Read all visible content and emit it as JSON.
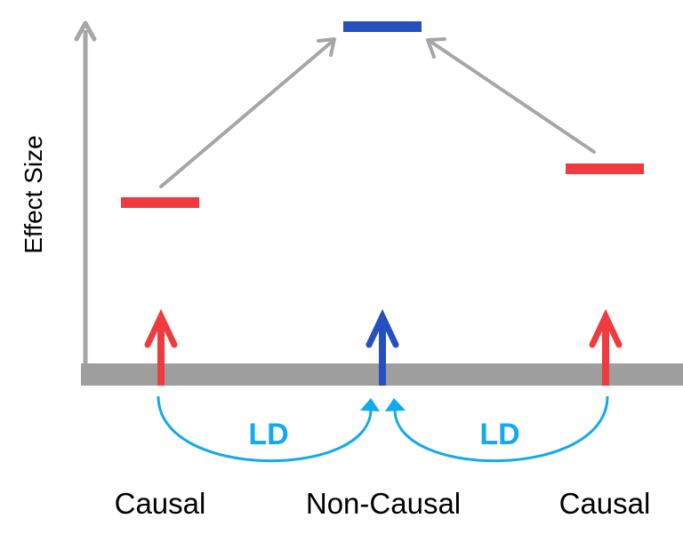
{
  "axis": {
    "y_label": "Effect Size"
  },
  "sites": {
    "left": {
      "label": "Causal",
      "color": "#ef3b3f"
    },
    "middle": {
      "label": "Non-Causal",
      "color": "#2550c0"
    },
    "right": {
      "label": "Causal",
      "color": "#ef3b3f"
    }
  },
  "ld": {
    "left_label": "LD",
    "right_label": "LD",
    "color": "#12a9ef"
  },
  "colors": {
    "axis": "#a6a6a6",
    "baseline": "#9e9e9e",
    "connector": "#a6a6a6",
    "causal": "#ef3b3f",
    "non_causal": "#2550c0",
    "ld": "#12a9ef"
  }
}
